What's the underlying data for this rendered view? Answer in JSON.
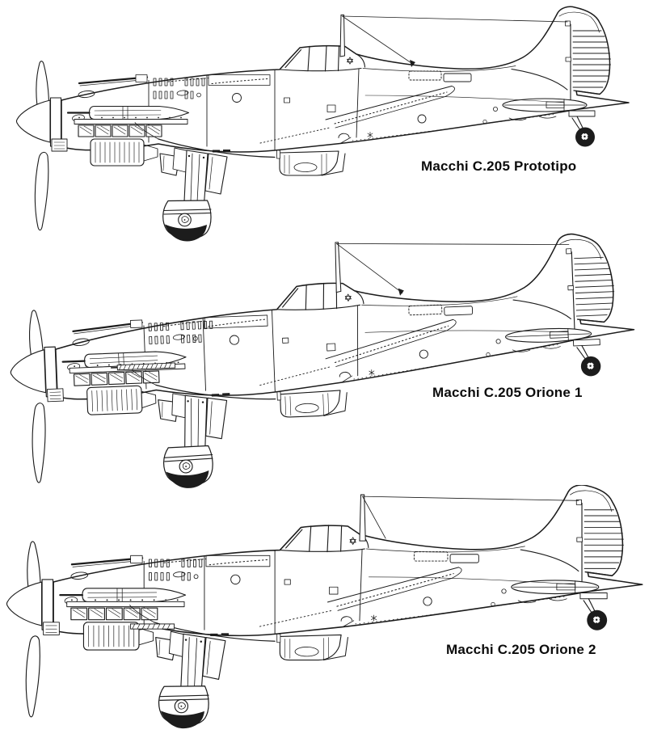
{
  "page": {
    "background": "#ffffff",
    "ink": "#1c1c1c"
  },
  "figures": [
    {
      "id": "prototipo",
      "label": "Macchi C.205 Prototipo"
    },
    {
      "id": "orione-1",
      "label": "Macchi C.205 Orione 1"
    },
    {
      "id": "orione-2",
      "label": "Macchi C.205 Orione 2"
    }
  ]
}
